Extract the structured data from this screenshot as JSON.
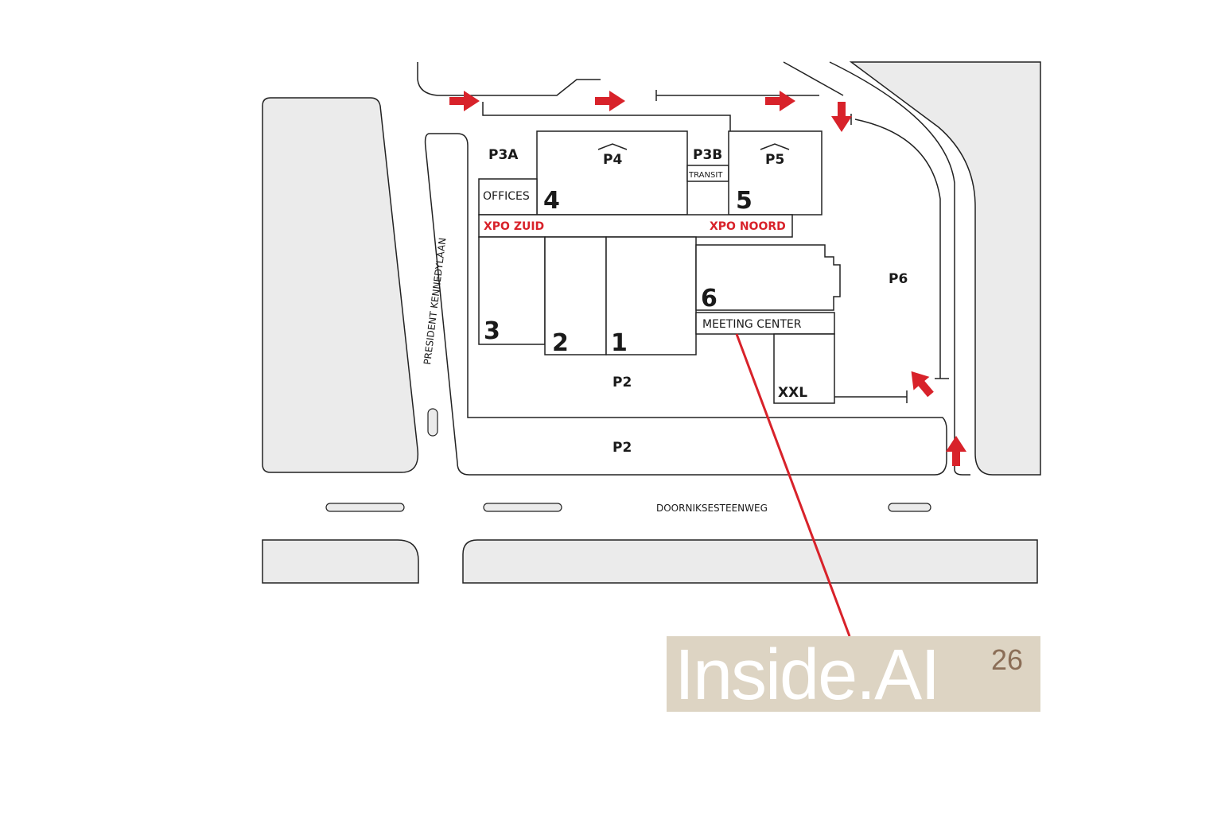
{
  "map": {
    "parking": {
      "p3a": "P3A",
      "p4": "P4",
      "p3b": "P3B",
      "p5": "P5",
      "p6": "P6",
      "p2_upper": "P2",
      "p2_lower": "P2"
    },
    "areas": {
      "transit": "TRANSIT",
      "offices": "OFFICES",
      "xpo_zuid": "XPO ZUID",
      "xpo_noord": "XPO NOORD",
      "meeting_center": "MEETING CENTER",
      "xxl": "XXL"
    },
    "halls": {
      "h1": "1",
      "h2": "2",
      "h3": "3",
      "h4": "4",
      "h5": "5",
      "h6": "6"
    },
    "streets": {
      "kennedylaan": "PRESIDENT KENNEDYLAAN",
      "doorniksesteenweg": "DOORNIKSESTEENWEG"
    },
    "colors": {
      "accent": "#d8222a",
      "block_fill": "#ebebeb",
      "line": "#222222",
      "banner_bg": "#ddd4c3",
      "banner_num": "#8b6e57"
    }
  },
  "banner": {
    "title": "Inside.AI",
    "number": "26"
  }
}
